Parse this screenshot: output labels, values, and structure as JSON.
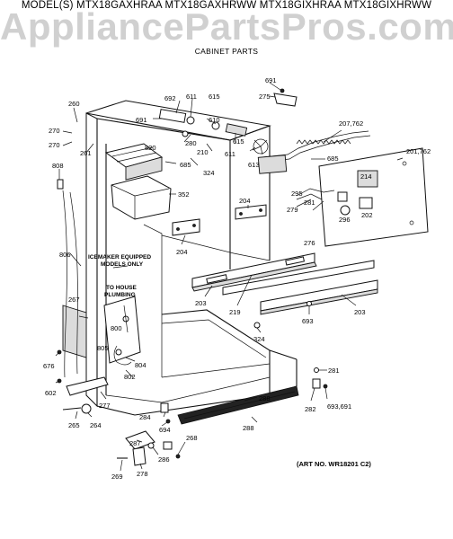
{
  "header": {
    "models": "MODEL(S) MTX18GAXHRAA  MTX18GAXHRWW  MTX18GIXHRAA  MTX18GIXHRWW",
    "watermark": "AppliancePartsPros.com",
    "section": "CABINET PARTS"
  },
  "footer": {
    "art_no": "(ART NO. WR18201 C2)"
  },
  "notes": {
    "icemaker_line1": "ICEMAKER EQUIPPED",
    "icemaker_line2": "MODELS ONLY",
    "plumbing_line1": "TO HOUSE",
    "plumbing_line2": "PLUMBING"
  },
  "callouts": [
    "691",
    "275",
    "692",
    "611",
    "615",
    "691",
    "610",
    "207,762",
    "260",
    "270",
    "270",
    "261",
    "820",
    "280",
    "615",
    "210",
    "611",
    "613",
    "685",
    "685",
    "201,762",
    "808",
    "324",
    "352",
    "214",
    "295",
    "281",
    "204",
    "279",
    "296",
    "202",
    "276",
    "204",
    "806",
    "267",
    "203",
    "219",
    "203",
    "800",
    "805",
    "804",
    "802",
    "324",
    "693",
    "676",
    "602",
    "288",
    "281",
    "277",
    "265",
    "264",
    "284",
    "694",
    "288",
    "282",
    "693,691",
    "268",
    "287",
    "286",
    "278",
    "269"
  ]
}
